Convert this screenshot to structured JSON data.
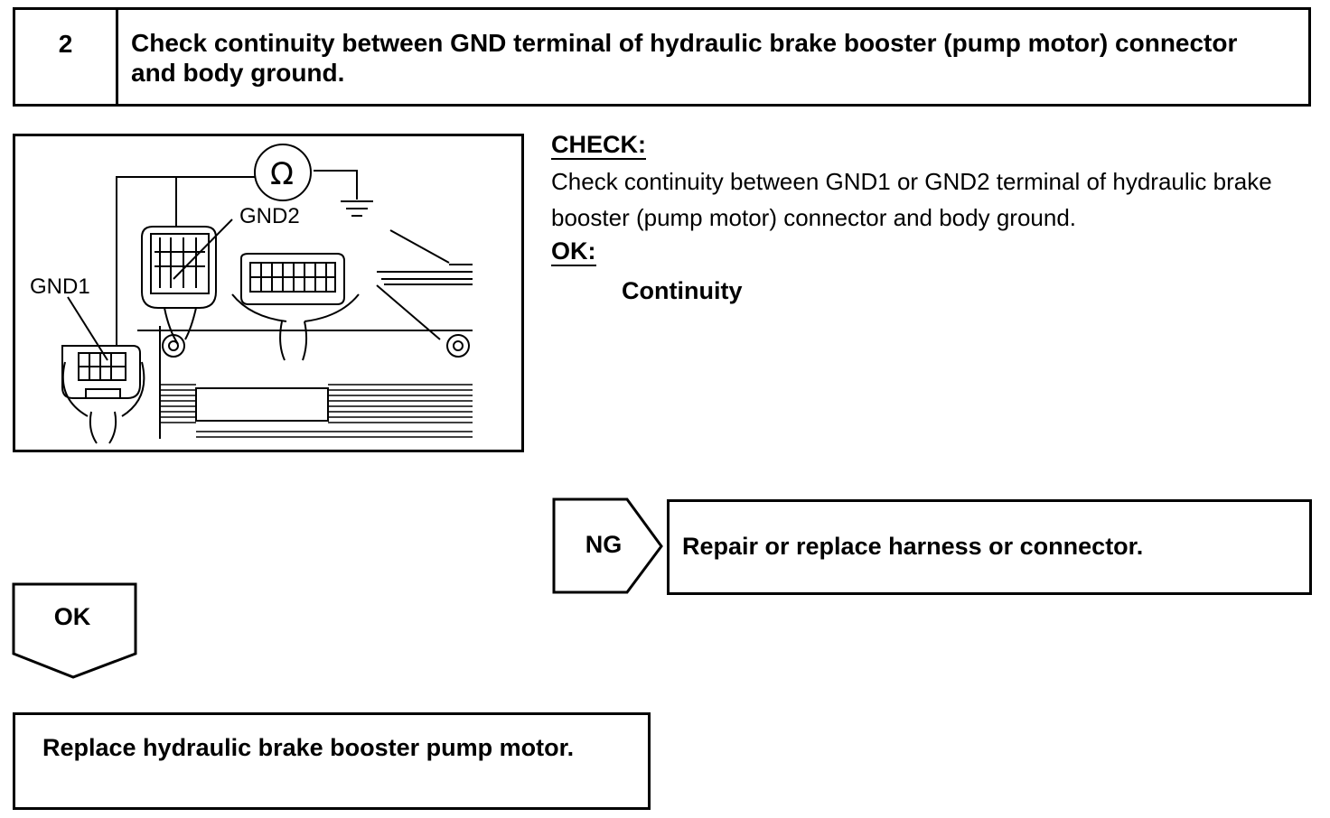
{
  "step": {
    "number": "2",
    "title": "Check continuity between GND terminal of hydraulic brake booster (pump motor) connector and body ground."
  },
  "diagram": {
    "labels": {
      "gnd1": "GND1",
      "gnd2": "GND2",
      "ohm_symbol": "Ω"
    }
  },
  "check": {
    "heading": "CHECK:",
    "text": "Check continuity between GND1 or GND2 terminal of hydraulic brake booster (pump motor) connector and body ground.",
    "ok_heading": "OK:",
    "ok_value": "Continuity"
  },
  "ng_branch": {
    "label": "NG",
    "result": "Repair or replace harness or connector."
  },
  "ok_branch": {
    "label": "OK",
    "result": "Replace hydraulic brake booster pump motor."
  }
}
